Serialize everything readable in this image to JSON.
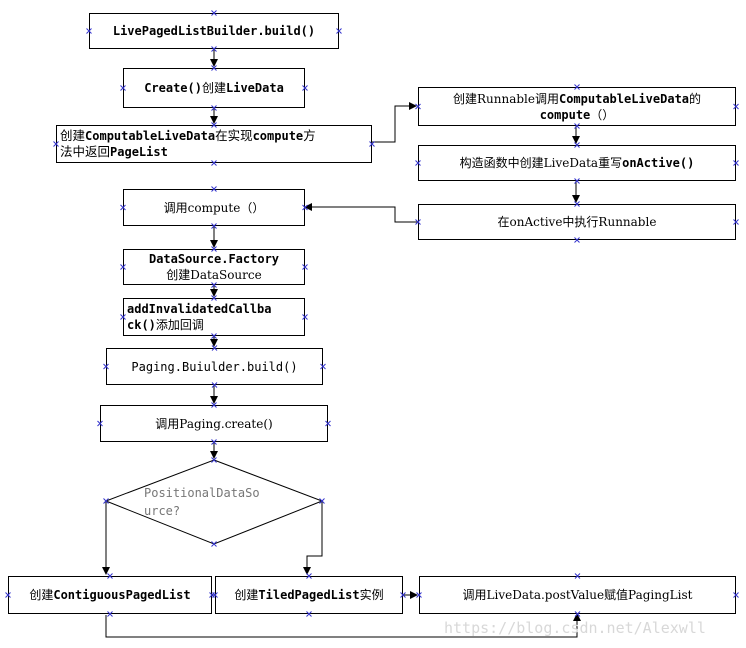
{
  "nodes": {
    "n1": {
      "code": "LivePagedListBuilder.build()"
    },
    "n2": {
      "code": "Create()",
      "text": "创建",
      "code2": "LiveData"
    },
    "n3": {
      "text": "创建",
      "code": "ComputableLiveData",
      "text2": "在实现",
      "code2": "compute",
      "text3": "方",
      "text4": "法中返回",
      "code3": "PageList"
    },
    "n4": {
      "text": "调用compute（）"
    },
    "n5": {
      "code": "DataSource.Factory",
      "text": "创建DataSource"
    },
    "n6": {
      "code": "addInvalidatedCallba",
      "code2": "ck()",
      "text": "添加回调"
    },
    "n7": {
      "text": "Paging.Buiulder.build()"
    },
    "n8": {
      "text": "调用Paging.create()"
    },
    "n9": {
      "line1": "PositionalDataSo",
      "line2": "urce?"
    },
    "n10": {
      "text": "创建",
      "code": "ContiguousPagedList"
    },
    "n11": {
      "text": "创建",
      "code": "TiledPagedList",
      "text2": "实例"
    },
    "n12": {
      "text": "调用LiveData.postValue赋值PagingList"
    },
    "r1": {
      "text": "创建Runnable调用",
      "code": "ComputableLiveData",
      "text2": "的",
      "code2": "compute",
      "text3": "（）"
    },
    "r2": {
      "text": "构造函数中创建LiveData重写",
      "code": "onActive()"
    },
    "r3": {
      "text": "在onActive中执行Runnable"
    }
  },
  "watermark": "https://blog.csdn.net/Alexwll",
  "colors": {
    "line": "#000000",
    "handle": "#3333cc",
    "watermark": "#d8d8d8"
  }
}
